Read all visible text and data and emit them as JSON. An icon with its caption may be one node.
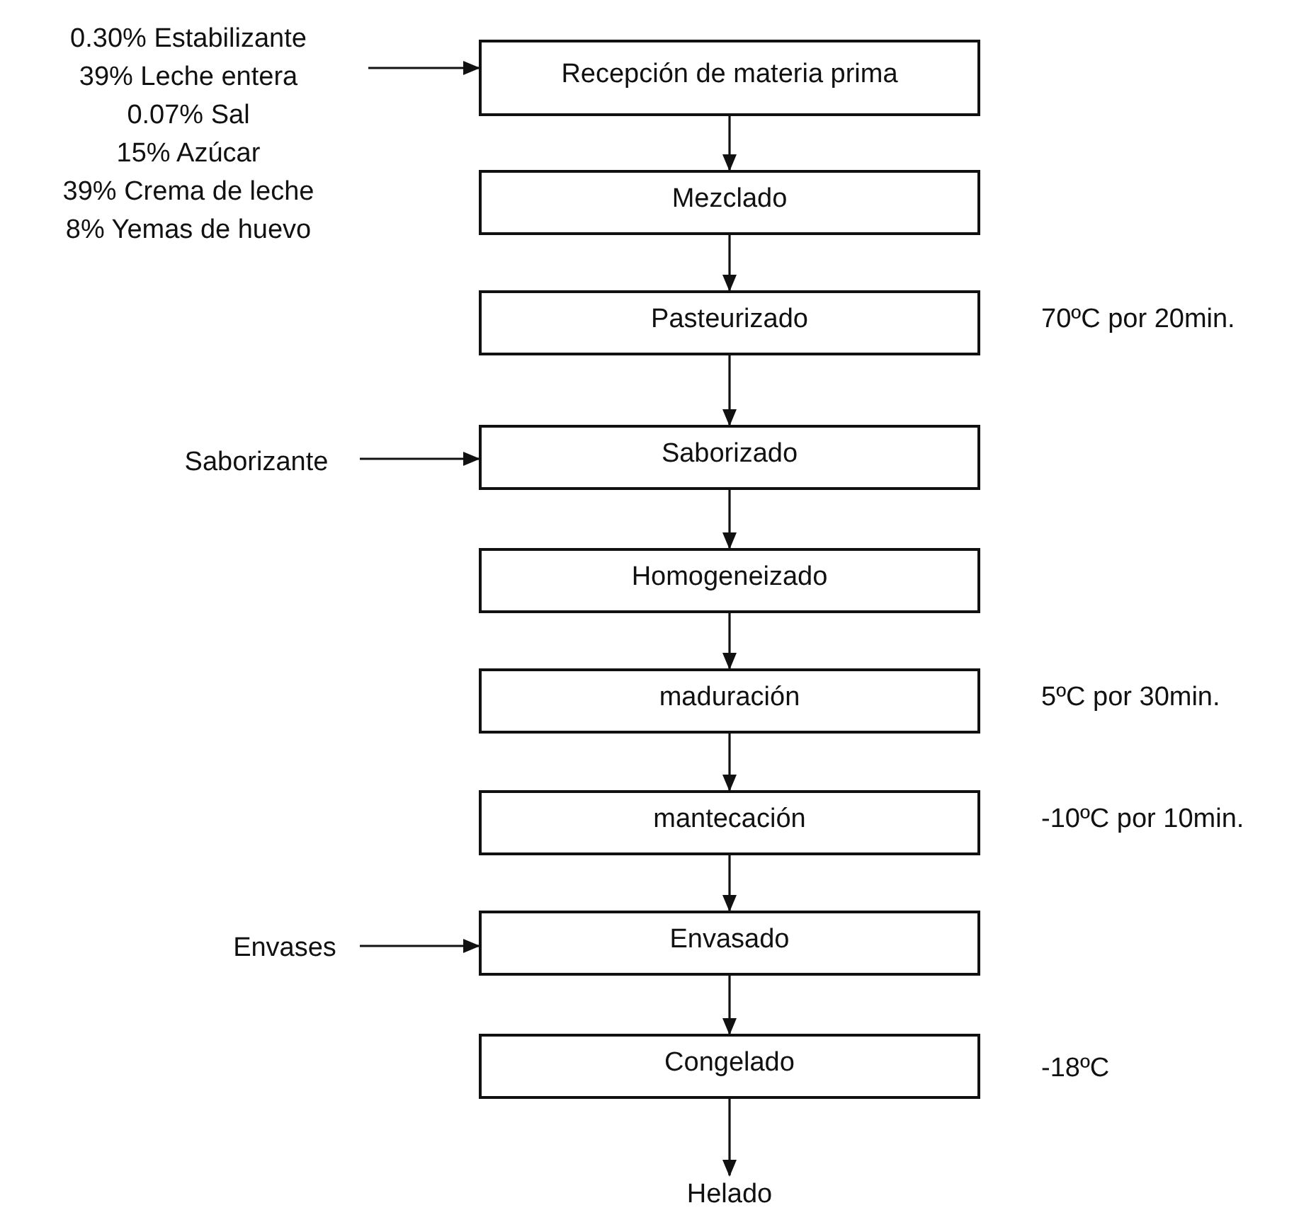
{
  "diagram": {
    "nodes": [
      {
        "text": [
          "0.30% Estabilizante",
          "39% Leche entera",
          "0.07% Sal",
          "15% Azúcar",
          "39% Crema de leche",
          "8% Yemas de huevo"
        ]
      },
      {
        "text": [
          "Recepción de materia prima"
        ]
      },
      {
        "text": [
          "Mezclado"
        ]
      },
      {
        "text": [
          "Pasteurizado"
        ],
        "beside": [
          "70ºC por 20min."
        ]
      },
      {
        "text": [
          "Saborizante"
        ]
      },
      {
        "text": [
          "Saborizado"
        ]
      },
      {
        "text": [
          "Homogeneizado"
        ]
      },
      {
        "text": [
          "maduración"
        ],
        "beside": [
          "5ºC por 30min."
        ]
      },
      {
        "text": [
          "mantecación"
        ],
        "beside": [
          "-10ºC por 10min."
        ]
      },
      {
        "text": [
          "Envases"
        ]
      },
      {
        "text": [
          "Envasado"
        ]
      },
      {
        "text": [
          "Congelado"
        ],
        "beside": [
          "-18ºC"
        ]
      },
      {
        "text": [
          "Helado"
        ]
      }
    ],
    "edges": [
      {
        "from": 0,
        "to": 1,
        "arrow": "to"
      },
      {
        "from": 1,
        "to": 2,
        "arrow": "to"
      },
      {
        "from": 2,
        "to": 3,
        "arrow": "to"
      },
      {
        "from": 3,
        "to": 5,
        "arrow": "to"
      },
      {
        "from": 4,
        "to": 5,
        "arrow": "to"
      },
      {
        "from": 5,
        "to": 6,
        "arrow": "to"
      },
      {
        "from": 6,
        "to": 7,
        "arrow": "to"
      },
      {
        "from": 7,
        "to": 8,
        "arrow": "to"
      },
      {
        "from": 8,
        "to": 10,
        "arrow": "to"
      },
      {
        "from": 9,
        "to": 10,
        "arrow": "to"
      },
      {
        "from": 10,
        "to": 11,
        "arrow": "to"
      },
      {
        "from": 11,
        "to": 12,
        "arrow": "to"
      }
    ]
  }
}
